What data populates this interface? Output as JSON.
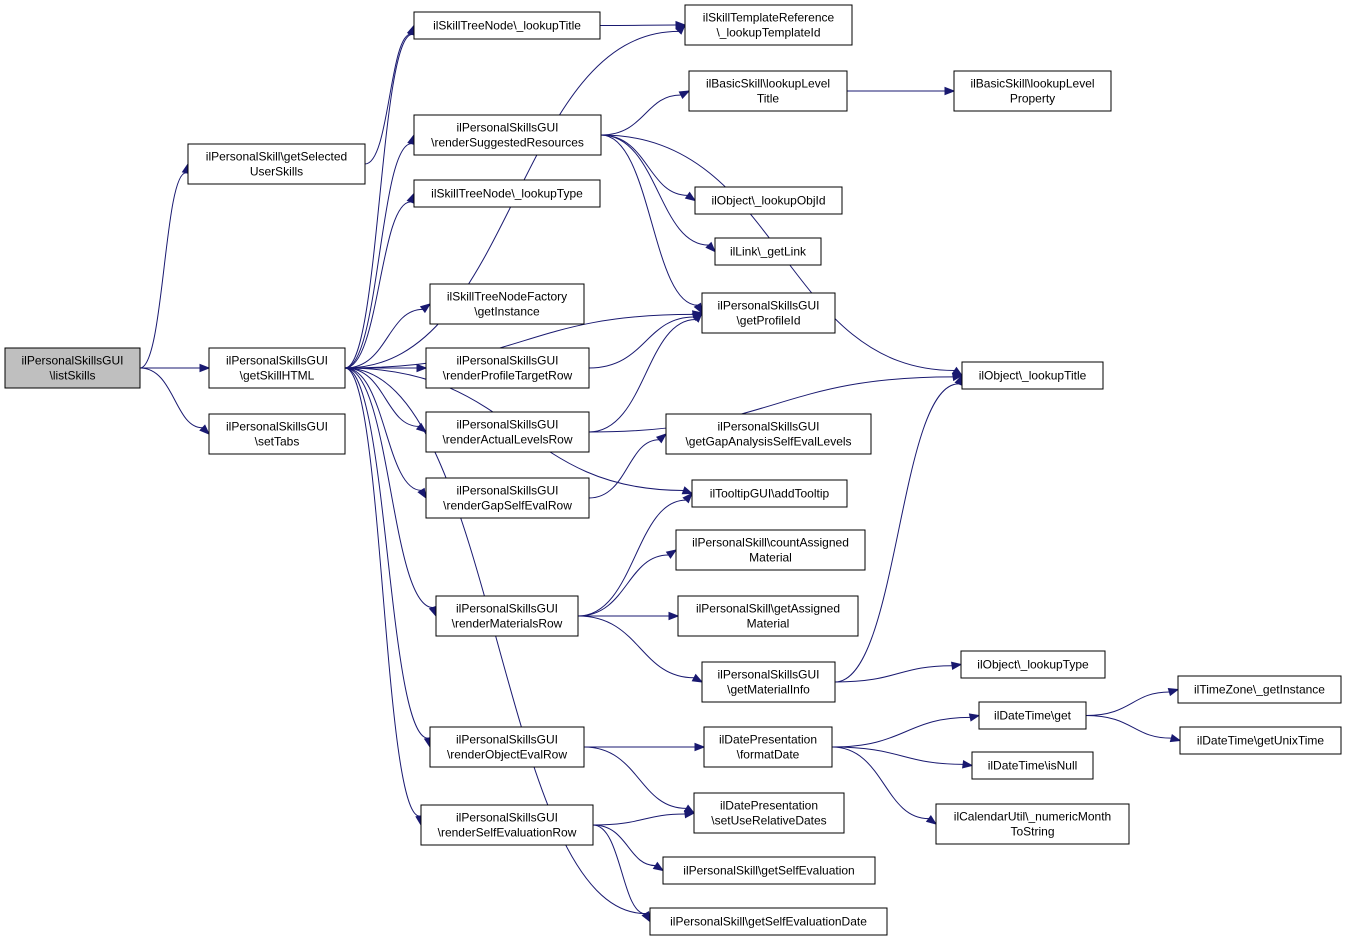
{
  "colors": {
    "edge": "#191970",
    "root_fill": "#bfbfbf",
    "node_fill": "#ffffff",
    "node_border": "#000000"
  },
  "nodes": [
    {
      "id": "n0",
      "lines": [
        "ilPersonalSkillsGUI",
        "\\listSkills"
      ],
      "root": true
    },
    {
      "id": "n1",
      "lines": [
        "ilPersonalSkill\\getSelected",
        "UserSkills"
      ]
    },
    {
      "id": "n2",
      "lines": [
        "ilPersonalSkillsGUI",
        "\\getSkillHTML"
      ]
    },
    {
      "id": "n3",
      "lines": [
        "ilPersonalSkillsGUI",
        "\\setTabs"
      ]
    },
    {
      "id": "n4",
      "lines": [
        "ilSkillTreeNode\\_lookupTitle"
      ]
    },
    {
      "id": "n5",
      "lines": [
        "ilSkillTemplateReference",
        "\\_lookupTemplateId"
      ]
    },
    {
      "id": "n6",
      "lines": [
        "ilPersonalSkillsGUI",
        "\\renderSuggestedResources"
      ]
    },
    {
      "id": "n7",
      "lines": [
        "ilSkillTreeNode\\_lookupType"
      ]
    },
    {
      "id": "n8",
      "lines": [
        "ilSkillTreeNodeFactory",
        "\\getInstance"
      ]
    },
    {
      "id": "n9",
      "lines": [
        "ilPersonalSkillsGUI",
        "\\renderProfileTargetRow"
      ]
    },
    {
      "id": "n10",
      "lines": [
        "ilPersonalSkillsGUI",
        "\\renderActualLevelsRow"
      ]
    },
    {
      "id": "n11",
      "lines": [
        "ilPersonalSkillsGUI",
        "\\renderGapSelfEvalRow"
      ]
    },
    {
      "id": "n12",
      "lines": [
        "ilPersonalSkillsGUI",
        "\\renderMaterialsRow"
      ]
    },
    {
      "id": "n13",
      "lines": [
        "ilPersonalSkillsGUI",
        "\\renderObjectEvalRow"
      ]
    },
    {
      "id": "n14",
      "lines": [
        "ilPersonalSkillsGUI",
        "\\renderSelfEvaluationRow"
      ]
    },
    {
      "id": "n15",
      "lines": [
        "ilBasicSkill\\lookupLevel",
        "Title"
      ]
    },
    {
      "id": "n16",
      "lines": [
        "ilBasicSkill\\lookupLevel",
        "Property"
      ]
    },
    {
      "id": "n17",
      "lines": [
        "ilObject\\_lookupObjId"
      ]
    },
    {
      "id": "n18",
      "lines": [
        "ilLink\\_getLink"
      ]
    },
    {
      "id": "n19",
      "lines": [
        "ilPersonalSkillsGUI",
        "\\getProfileId"
      ]
    },
    {
      "id": "n20",
      "lines": [
        "ilObject\\_lookupTitle"
      ]
    },
    {
      "id": "n21",
      "lines": [
        "ilPersonalSkillsGUI",
        "\\getGapAnalysisSelfEvalLevels"
      ]
    },
    {
      "id": "n22",
      "lines": [
        "ilTooltipGUI\\addTooltip"
      ]
    },
    {
      "id": "n23",
      "lines": [
        "ilPersonalSkill\\countAssigned",
        "Material"
      ]
    },
    {
      "id": "n24",
      "lines": [
        "ilPersonalSkill\\getAssigned",
        "Material"
      ]
    },
    {
      "id": "n25",
      "lines": [
        "ilPersonalSkillsGUI",
        "\\getMaterialInfo"
      ]
    },
    {
      "id": "n26",
      "lines": [
        "ilObject\\_lookupType"
      ]
    },
    {
      "id": "n27",
      "lines": [
        "ilDatePresentation",
        "\\formatDate"
      ]
    },
    {
      "id": "n28",
      "lines": [
        "ilDatePresentation",
        "\\setUseRelativeDates"
      ]
    },
    {
      "id": "n29",
      "lines": [
        "ilPersonalSkill\\getSelfEvaluation"
      ]
    },
    {
      "id": "n30",
      "lines": [
        "ilPersonalSkill\\getSelfEvaluationDate"
      ]
    },
    {
      "id": "n31",
      "lines": [
        "ilDateTime\\get"
      ]
    },
    {
      "id": "n32",
      "lines": [
        "ilDateTime\\isNull"
      ]
    },
    {
      "id": "n33",
      "lines": [
        "ilCalendarUtil\\_numericMonth",
        "ToString"
      ]
    },
    {
      "id": "n34",
      "lines": [
        "ilTimeZone\\_getInstance"
      ]
    },
    {
      "id": "n35",
      "lines": [
        "ilDateTime\\getUnixTime"
      ]
    }
  ],
  "edges": [
    [
      "n0",
      "n1"
    ],
    [
      "n0",
      "n2"
    ],
    [
      "n0",
      "n3"
    ],
    [
      "n1",
      "n4"
    ],
    [
      "n2",
      "n4"
    ],
    [
      "n2",
      "n5"
    ],
    [
      "n2",
      "n6"
    ],
    [
      "n2",
      "n7"
    ],
    [
      "n2",
      "n19"
    ],
    [
      "n2",
      "n8"
    ],
    [
      "n2",
      "n9"
    ],
    [
      "n2",
      "n10"
    ],
    [
      "n2",
      "n11"
    ],
    [
      "n2",
      "n22"
    ],
    [
      "n2",
      "n12"
    ],
    [
      "n2",
      "n13"
    ],
    [
      "n2",
      "n14"
    ],
    [
      "n2",
      "n30"
    ],
    [
      "n4",
      "n5"
    ],
    [
      "n6",
      "n15"
    ],
    [
      "n6",
      "n20"
    ],
    [
      "n6",
      "n17"
    ],
    [
      "n6",
      "n18"
    ],
    [
      "n6",
      "n19"
    ],
    [
      "n15",
      "n16"
    ],
    [
      "n9",
      "n19"
    ],
    [
      "n10",
      "n19"
    ],
    [
      "n10",
      "n20"
    ],
    [
      "n11",
      "n21"
    ],
    [
      "n12",
      "n22"
    ],
    [
      "n12",
      "n23"
    ],
    [
      "n12",
      "n24"
    ],
    [
      "n12",
      "n25"
    ],
    [
      "n25",
      "n20"
    ],
    [
      "n25",
      "n26"
    ],
    [
      "n13",
      "n27"
    ],
    [
      "n13",
      "n28"
    ],
    [
      "n14",
      "n28"
    ],
    [
      "n14",
      "n29"
    ],
    [
      "n14",
      "n30"
    ],
    [
      "n27",
      "n31"
    ],
    [
      "n27",
      "n32"
    ],
    [
      "n27",
      "n33"
    ],
    [
      "n31",
      "n34"
    ],
    [
      "n31",
      "n35"
    ]
  ]
}
